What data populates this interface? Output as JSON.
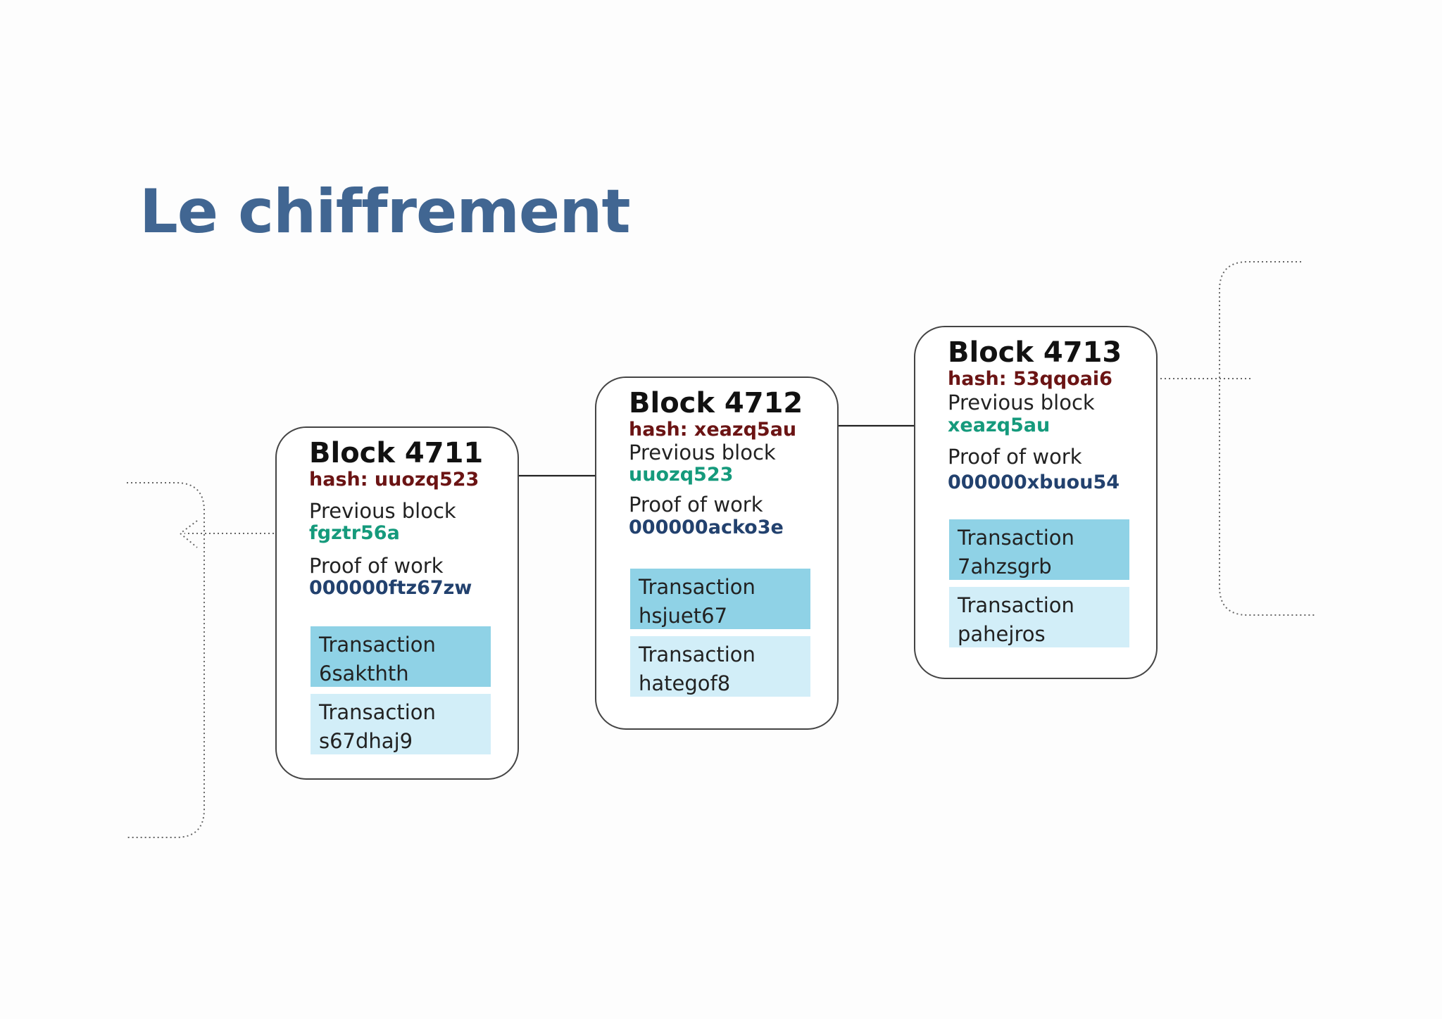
{
  "title": "Le chiffrement",
  "labels": {
    "previous_block": "Previous block",
    "proof_of_work": "Proof of work",
    "transaction": "Transaction"
  },
  "blocks": [
    {
      "name": "Block 4711",
      "hash": "hash: uuozq523",
      "previous_block": "fgztr56a",
      "proof_of_work": "000000ftz67zw",
      "transactions": [
        "6sakthth",
        "s67dhaj9"
      ]
    },
    {
      "name": "Block 4712",
      "hash": "hash: xeazq5au",
      "previous_block": "uuozq523",
      "proof_of_work": "000000acko3e",
      "transactions": [
        "hsjuet67",
        "hategof8"
      ]
    },
    {
      "name": "Block 4713",
      "hash": "hash: 53qqoai6",
      "previous_block": "xeazq5au",
      "proof_of_work": "000000xbuou54",
      "transactions": [
        "7ahzsgrb",
        "pahejros"
      ]
    }
  ],
  "colors": {
    "title": "#416692",
    "hash": "#6b1414",
    "previous_block_value": "#159a7c",
    "proof_of_work_value": "#22416e",
    "transaction_primary": "#8fd2e6",
    "transaction_secondary": "#d2eef8"
  }
}
